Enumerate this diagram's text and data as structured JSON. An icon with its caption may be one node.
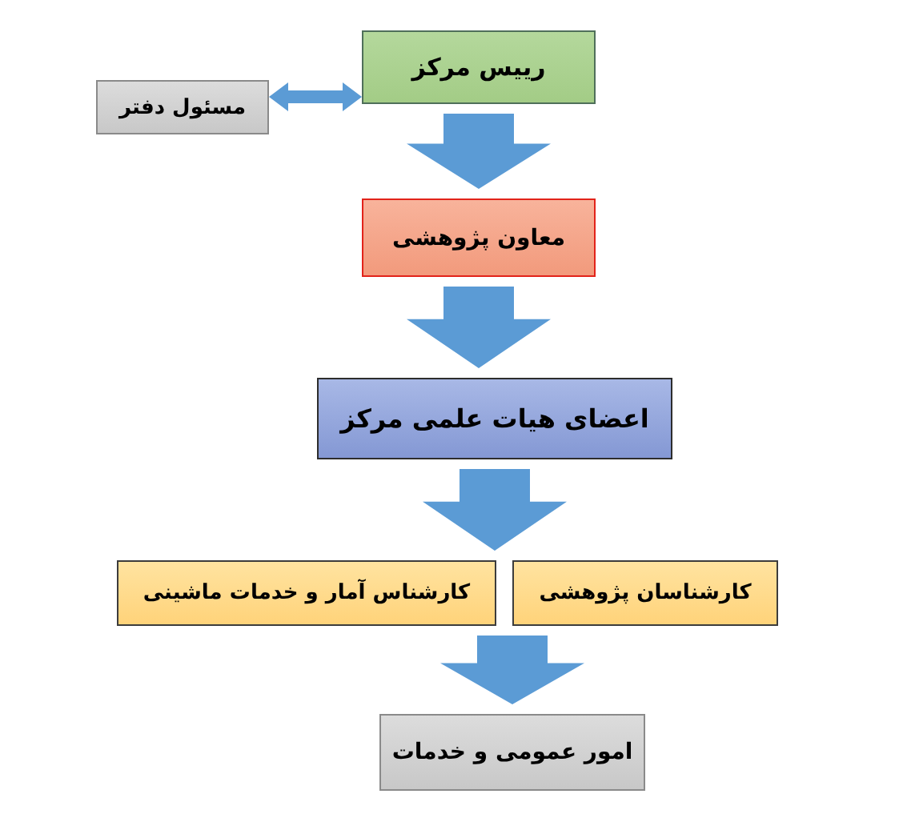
{
  "diagram": {
    "nodes": [
      {
        "text": [
          "رییس مرکز"
        ]
      },
      {
        "text": [
          "مسئول دفتر"
        ]
      },
      {
        "text": [
          "معاون پژوهشی"
        ]
      },
      {
        "text": [
          "اعضای هیات علمی مرکز"
        ]
      },
      {
        "text": [
          "کارشناسان پژوهشی"
        ]
      },
      {
        "text": [
          "کارشناس آمار و خدمات ماشینی"
        ]
      },
      {
        "text": [
          "امور عمومی و خدمات"
        ]
      }
    ],
    "edges": [
      {
        "from": 0,
        "to": 1,
        "arrow": "both"
      },
      {
        "from": 0,
        "to": 2,
        "arrow": "to"
      },
      {
        "from": 2,
        "to": 3,
        "arrow": "to"
      },
      {
        "from": 3,
        "to": 4,
        "arrow": "to"
      },
      {
        "from": 3,
        "to": 5,
        "arrow": "to"
      },
      {
        "from": 4,
        "to": 6,
        "arrow": "to"
      },
      {
        "from": 5,
        "to": 6,
        "arrow": "to"
      }
    ]
  }
}
